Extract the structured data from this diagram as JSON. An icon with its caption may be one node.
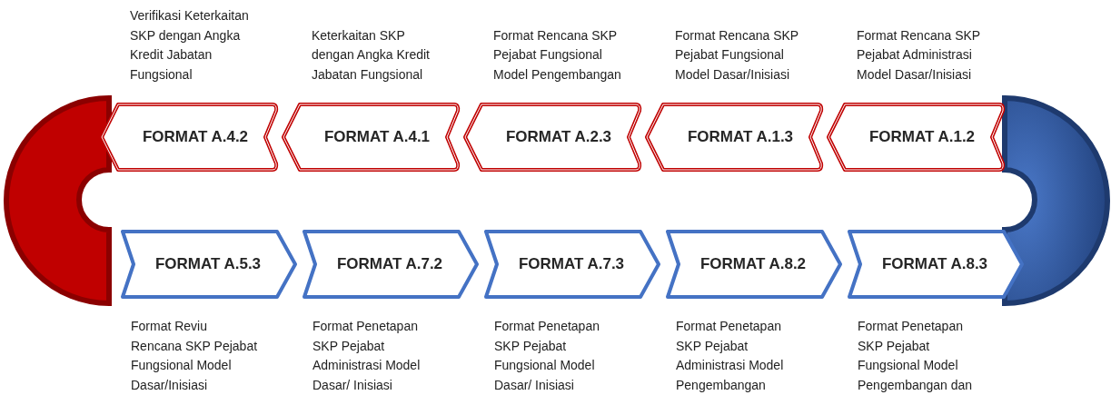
{
  "diagram": {
    "nodes": [
      {
        "text": [
          "FORMAT A.4.2"
        ],
        "beside": [
          "Verifikasi Keterkaitan SKP dengan Angka Kredit Jabatan Fungsional"
        ]
      },
      {
        "text": [
          "FORMAT A.4.1"
        ],
        "beside": [
          "Keterkaitan SKP dengan Angka Kredit Jabatan Fungsional"
        ]
      },
      {
        "text": [
          "FORMAT A.2.3"
        ],
        "beside": [
          "Format Rencana SKP Pejabat Fungsional Model Pengembangan"
        ]
      },
      {
        "text": [
          "FORMAT A.1.3"
        ],
        "beside": [
          "Format Rencana SKP Pejabat Fungsional Model Dasar/Inisiasi"
        ]
      },
      {
        "text": [
          "FORMAT A.1.2"
        ],
        "beside": [
          "Format Rencana SKP Pejabat Administrasi Model Dasar/Inisiasi"
        ]
      },
      {
        "text": [
          "FORMAT A.5.3"
        ],
        "beside": [
          "Format Reviu Rencana SKP Pejabat Fungsional Model Dasar/Inisiasi"
        ]
      },
      {
        "text": [
          "FORMAT A.7.2"
        ],
        "beside": [
          "Format Penetapan SKP Pejabat Administrasi Model Dasar/ Inisiasi"
        ]
      },
      {
        "text": [
          "FORMAT A.7.3"
        ],
        "beside": [
          "Format Penetapan SKP Pejabat Fungsional Model Dasar/ Inisiasi"
        ]
      },
      {
        "text": [
          "FORMAT A.8.2"
        ],
        "beside": [
          "Format Penetapan SKP Pejabat Administrasi Model Pengembangan"
        ]
      },
      {
        "text": [
          "FORMAT A.8.3"
        ],
        "beside": [
          "Format Penetapan SKP Pejabat Fungsional Model Pengembangan dan"
        ]
      },
      {
        "text": [],
        "shape": "arc"
      },
      {
        "text": [],
        "shape": "arc"
      }
    ]
  }
}
